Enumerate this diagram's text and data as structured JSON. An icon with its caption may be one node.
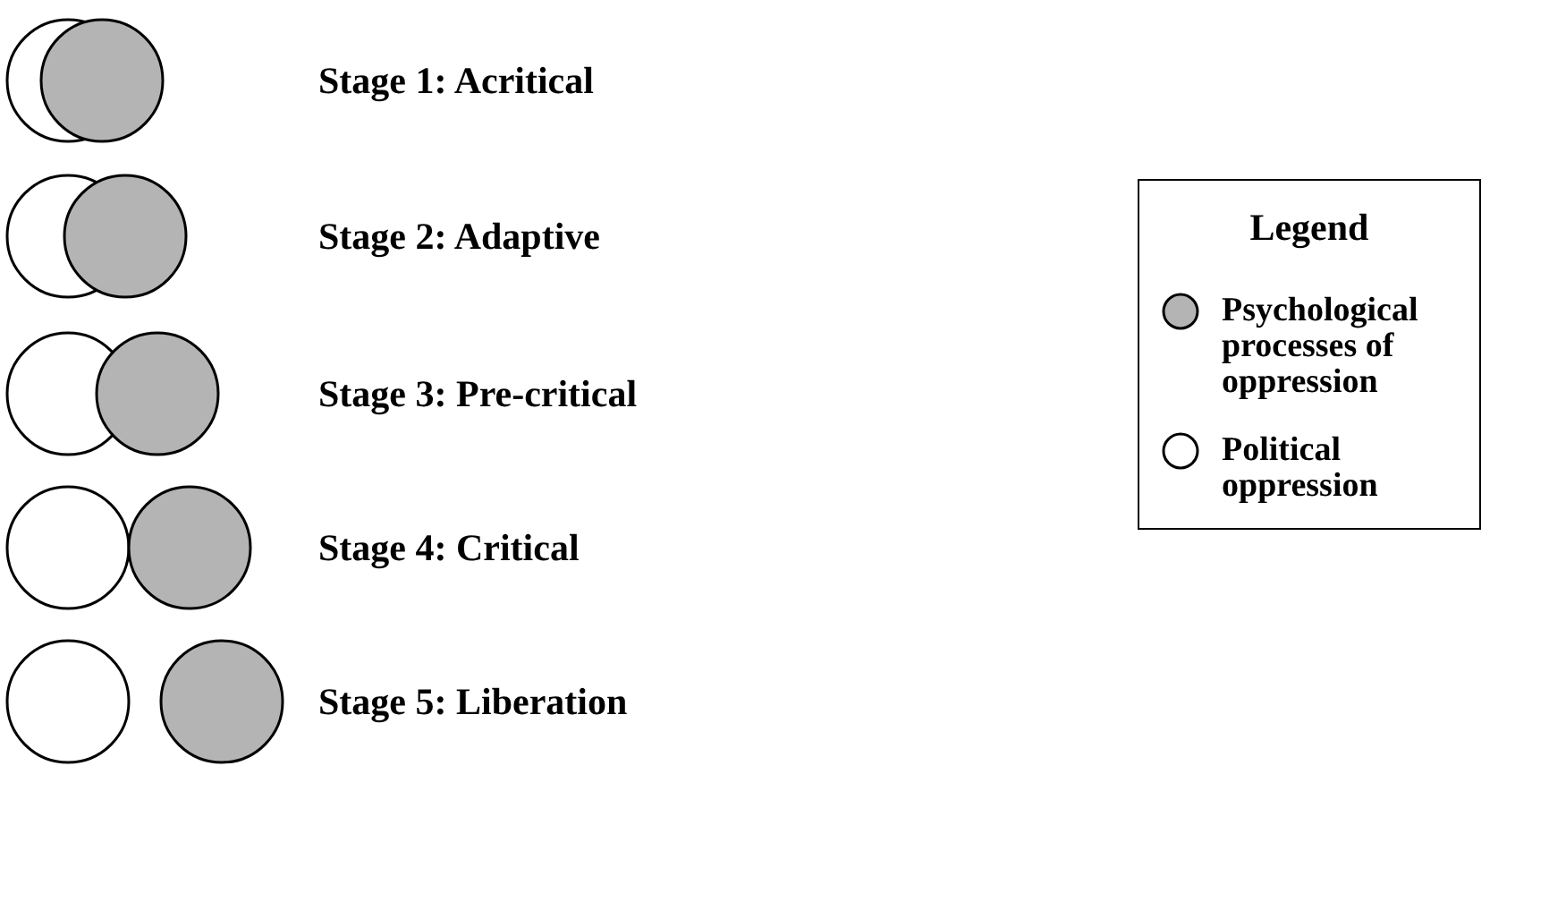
{
  "diagram": {
    "labels": [
      "Stage 1: Acritical",
      "Stage 2: Adaptive",
      "Stage 3: Pre-critical",
      "Stage 4: Critical",
      "Stage 5: Liberation",
      "Legend"
    ],
    "legend": [
      {
        "text": "Psychological processes of oppression",
        "color": "#b4b4b4"
      },
      {
        "text": "Political oppression",
        "color": "#ffffff"
      }
    ]
  }
}
